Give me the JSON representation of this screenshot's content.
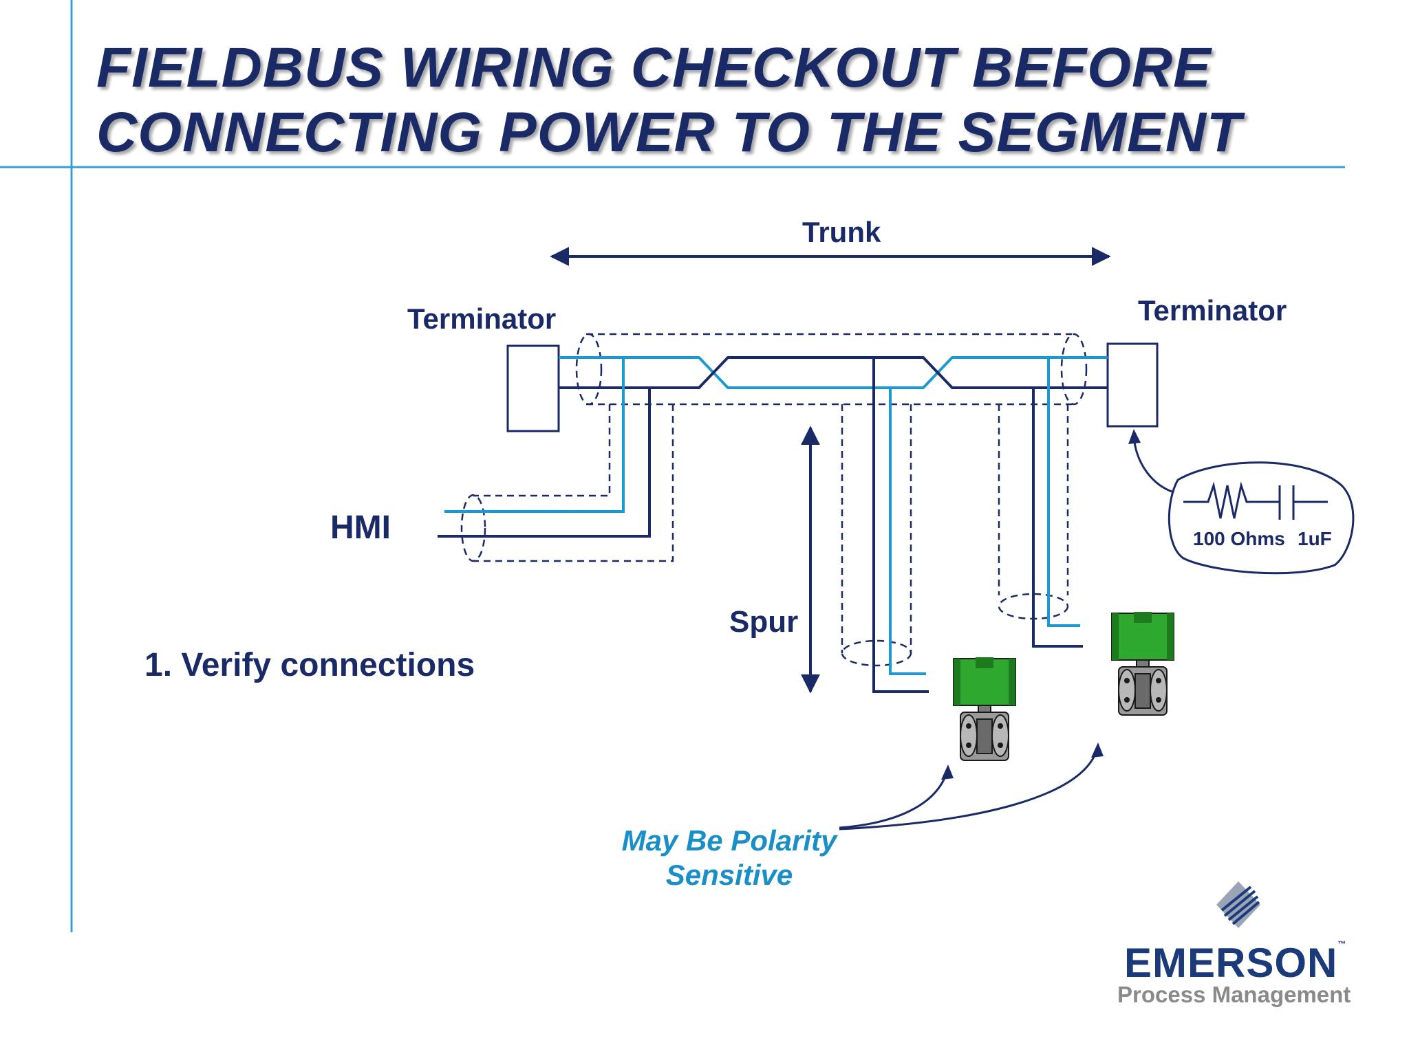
{
  "title": {
    "line1": "FIELDBUS WIRING CHECKOUT BEFORE",
    "line2": "CONNECTING POWER TO THE SEGMENT"
  },
  "diagram": {
    "trunk_label": "Trunk",
    "terminator_left_label": "Terminator",
    "terminator_right_label": "Terminator",
    "hmi_label": "HMI",
    "spur_label": "Spur",
    "terminator_resistance": "100 Ohms",
    "terminator_capacitance": "1uF"
  },
  "step": "1. Verify connections",
  "callout": {
    "line1": "May Be Polarity",
    "line2": "Sensitive"
  },
  "logo": {
    "brand": "EMERSON",
    "tm": "™",
    "division": "Process Management"
  },
  "colors": {
    "navy": "#1a2a66",
    "cyan": "#1a8fc7",
    "wire_dark": "#1a2a66",
    "wire_light": "#1a9ad0",
    "device_green": "#2fa82f",
    "accent_line": "#3a9fd0"
  }
}
